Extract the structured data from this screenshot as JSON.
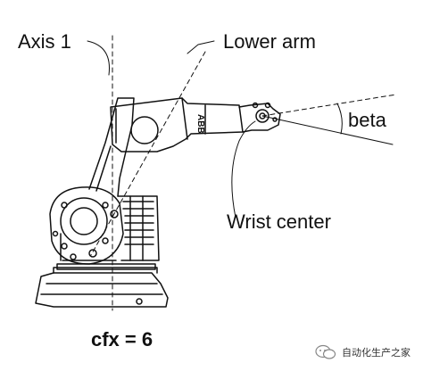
{
  "labels": {
    "axis1": "Axis 1",
    "lower_arm": "Lower arm",
    "beta": "beta",
    "wrist_center": "Wrist center",
    "caption": "cfx = 6"
  },
  "brand_text": "ABB",
  "watermark": {
    "text": "自动化生产之家",
    "icon": "wechat-icon"
  },
  "colors": {
    "line": "#111111",
    "background": "#ffffff"
  }
}
